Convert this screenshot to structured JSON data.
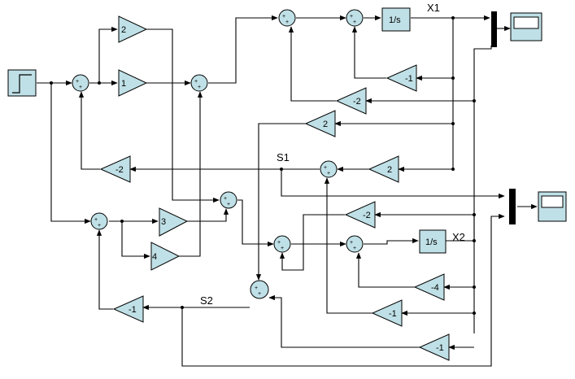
{
  "gains": {
    "g_2a": "2",
    "g_1a": "1",
    "g_m2a": "-2",
    "g_m1a": "-1",
    "g_m2b": "-2",
    "g_2b": "2",
    "g_2c": "2",
    "g_3": "3",
    "g_4": "4",
    "g_m2c": "-2",
    "g_m4": "-4",
    "g_m1b": "-1",
    "g_m1c": "-1",
    "g_m1d": "-1"
  },
  "integrators": {
    "int1": "1/s",
    "int2": "1/s"
  },
  "signals": {
    "x1": "X1",
    "x2": "X2",
    "s1": "S1",
    "s2": "S2"
  },
  "sum_sign": "+",
  "colors": {
    "block_fill": "#bfe0e6",
    "line": "#000000"
  }
}
